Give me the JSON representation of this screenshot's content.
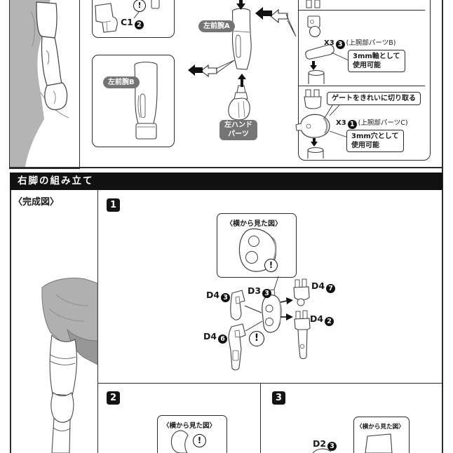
{
  "top": {
    "c1_label": {
      "code": "C1",
      "num": "2"
    },
    "forearm_a_badge": "左前腕A",
    "forearm_b_badge": "左前腕B",
    "hand_badge": {
      "line1": "左ハンド",
      "line2": "パーツ"
    },
    "parts_box": {
      "upper_arm_b": {
        "qty": "X3",
        "num": "3",
        "name": "(上腕部パーツB)",
        "note": {
          "line1": "3mm軸として",
          "line2": "使用可能"
        }
      },
      "gate_note": "ゲートをきれいに切り取る",
      "upper_arm_c": {
        "qty": "X3",
        "num": "1",
        "name": "(上腕部パーツC)",
        "note": {
          "line1": "3mm穴として",
          "line2": "使用可能"
        }
      }
    }
  },
  "section": {
    "title": "右脚の組み立て",
    "completed_label": "〈完成図〉"
  },
  "steps": {
    "one": {
      "num": "1",
      "side_view_label": "〈横から見た図〉",
      "parts": {
        "d4_3": {
          "code": "D4",
          "num": "3"
        },
        "d3_3": {
          "code": "D3",
          "num": "3"
        },
        "d4_7": {
          "code": "D4",
          "num": "7"
        },
        "d4_2": {
          "code": "D4",
          "num": "2"
        },
        "d4_6": {
          "code": "D4",
          "num": "6"
        }
      }
    },
    "two": {
      "num": "2",
      "side_view_label": "〈横から見た図〉"
    },
    "three": {
      "num": "3",
      "side_view_label": "〈横から見た図〉",
      "part_d2": {
        "code": "D2",
        "num": "3"
      }
    }
  },
  "marks": {
    "exclamation": "!"
  },
  "colors": {
    "header_bg": "#111111",
    "badge_bg": "#757575",
    "line": "#2b2b2b",
    "shade": "#b4b4b4"
  }
}
